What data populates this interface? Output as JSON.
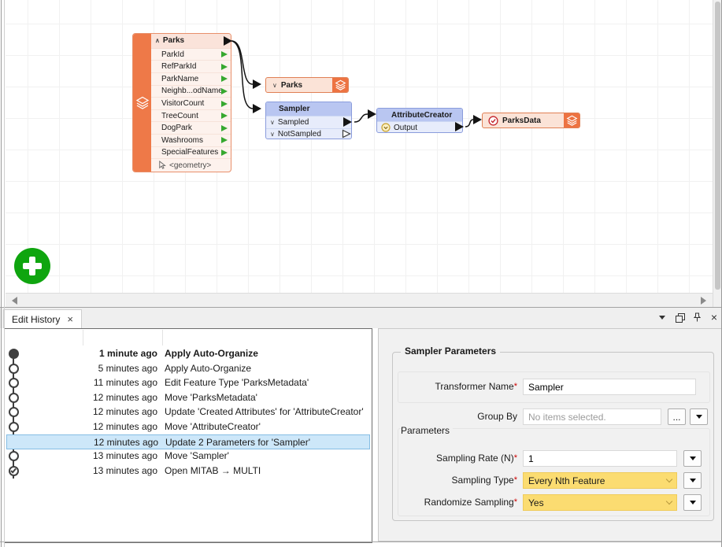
{
  "workflow": {
    "reader": {
      "collapse_glyph": "∧",
      "title": "Parks",
      "attributes": [
        "ParkId",
        "RefParkId",
        "ParkName",
        "Neighb...odName",
        "VisitorCount",
        "TreeCount",
        "DogPark",
        "Washrooms",
        "SpecialFeatures"
      ],
      "geometry_label": "<geometry>"
    },
    "writer_parks": {
      "glyph": "∨",
      "title": "Parks"
    },
    "sampler": {
      "title": "Sampler",
      "ports": [
        {
          "glyph": "∨",
          "label": "Sampled"
        },
        {
          "glyph": "∨",
          "label": "NotSampled"
        }
      ]
    },
    "attribute_creator": {
      "title": "AttributeCreator",
      "output_label": "Output"
    },
    "writer_parksdata": {
      "title": "ParksData"
    }
  },
  "panel": {
    "tab_label": "Edit History",
    "close_glyph": "×",
    "history": [
      {
        "time": "1 minute ago",
        "action": "Apply Auto-Organize"
      },
      {
        "time": "5 minutes ago",
        "action": "Apply Auto-Organize"
      },
      {
        "time": "11 minutes ago",
        "action": "Edit Feature Type 'ParksMetadata'"
      },
      {
        "time": "12 minutes ago",
        "action": "Move 'ParksMetadata'"
      },
      {
        "time": "12 minutes ago",
        "action": "Update 'Created Attributes' for 'AttributeCreator'"
      },
      {
        "time": "12 minutes ago",
        "action": "Move 'AttributeCreator'"
      },
      {
        "time": "12 minutes ago",
        "action": "Update 2 Parameters for 'Sampler'"
      },
      {
        "time": "13 minutes ago",
        "action": "Move 'Sampler'"
      },
      {
        "time": "13 minutes ago",
        "action": "Open MITAB → MULTI"
      }
    ]
  },
  "params": {
    "group_title": "Sampler Parameters",
    "transformer_name_label": "Transformer Name",
    "transformer_name_value": "Sampler",
    "group_by_label": "Group By",
    "group_by_placeholder": "No items selected.",
    "ellipsis_button": "...",
    "parameters_label": "Parameters",
    "sampling_rate_label": "Sampling Rate (N)",
    "sampling_rate_value": "1",
    "sampling_type_label": "Sampling Type",
    "sampling_type_value": "Every Nth Feature",
    "randomize_label": "Randomize Sampling",
    "randomize_value": "Yes",
    "required_marker": "*"
  },
  "colors": {
    "node_orange": "#ed7342",
    "node_orange_fill": "#fbe3d7",
    "node_blue_header": "#b9c6f1",
    "node_blue_fill": "#e7ecfb",
    "attribute_port_green": "#35a82f",
    "selection_blue": "#cde7f9",
    "editable_yellow": "#fbdc71",
    "add_button_green": "#0fa50f",
    "required_red": "#cc0000"
  }
}
